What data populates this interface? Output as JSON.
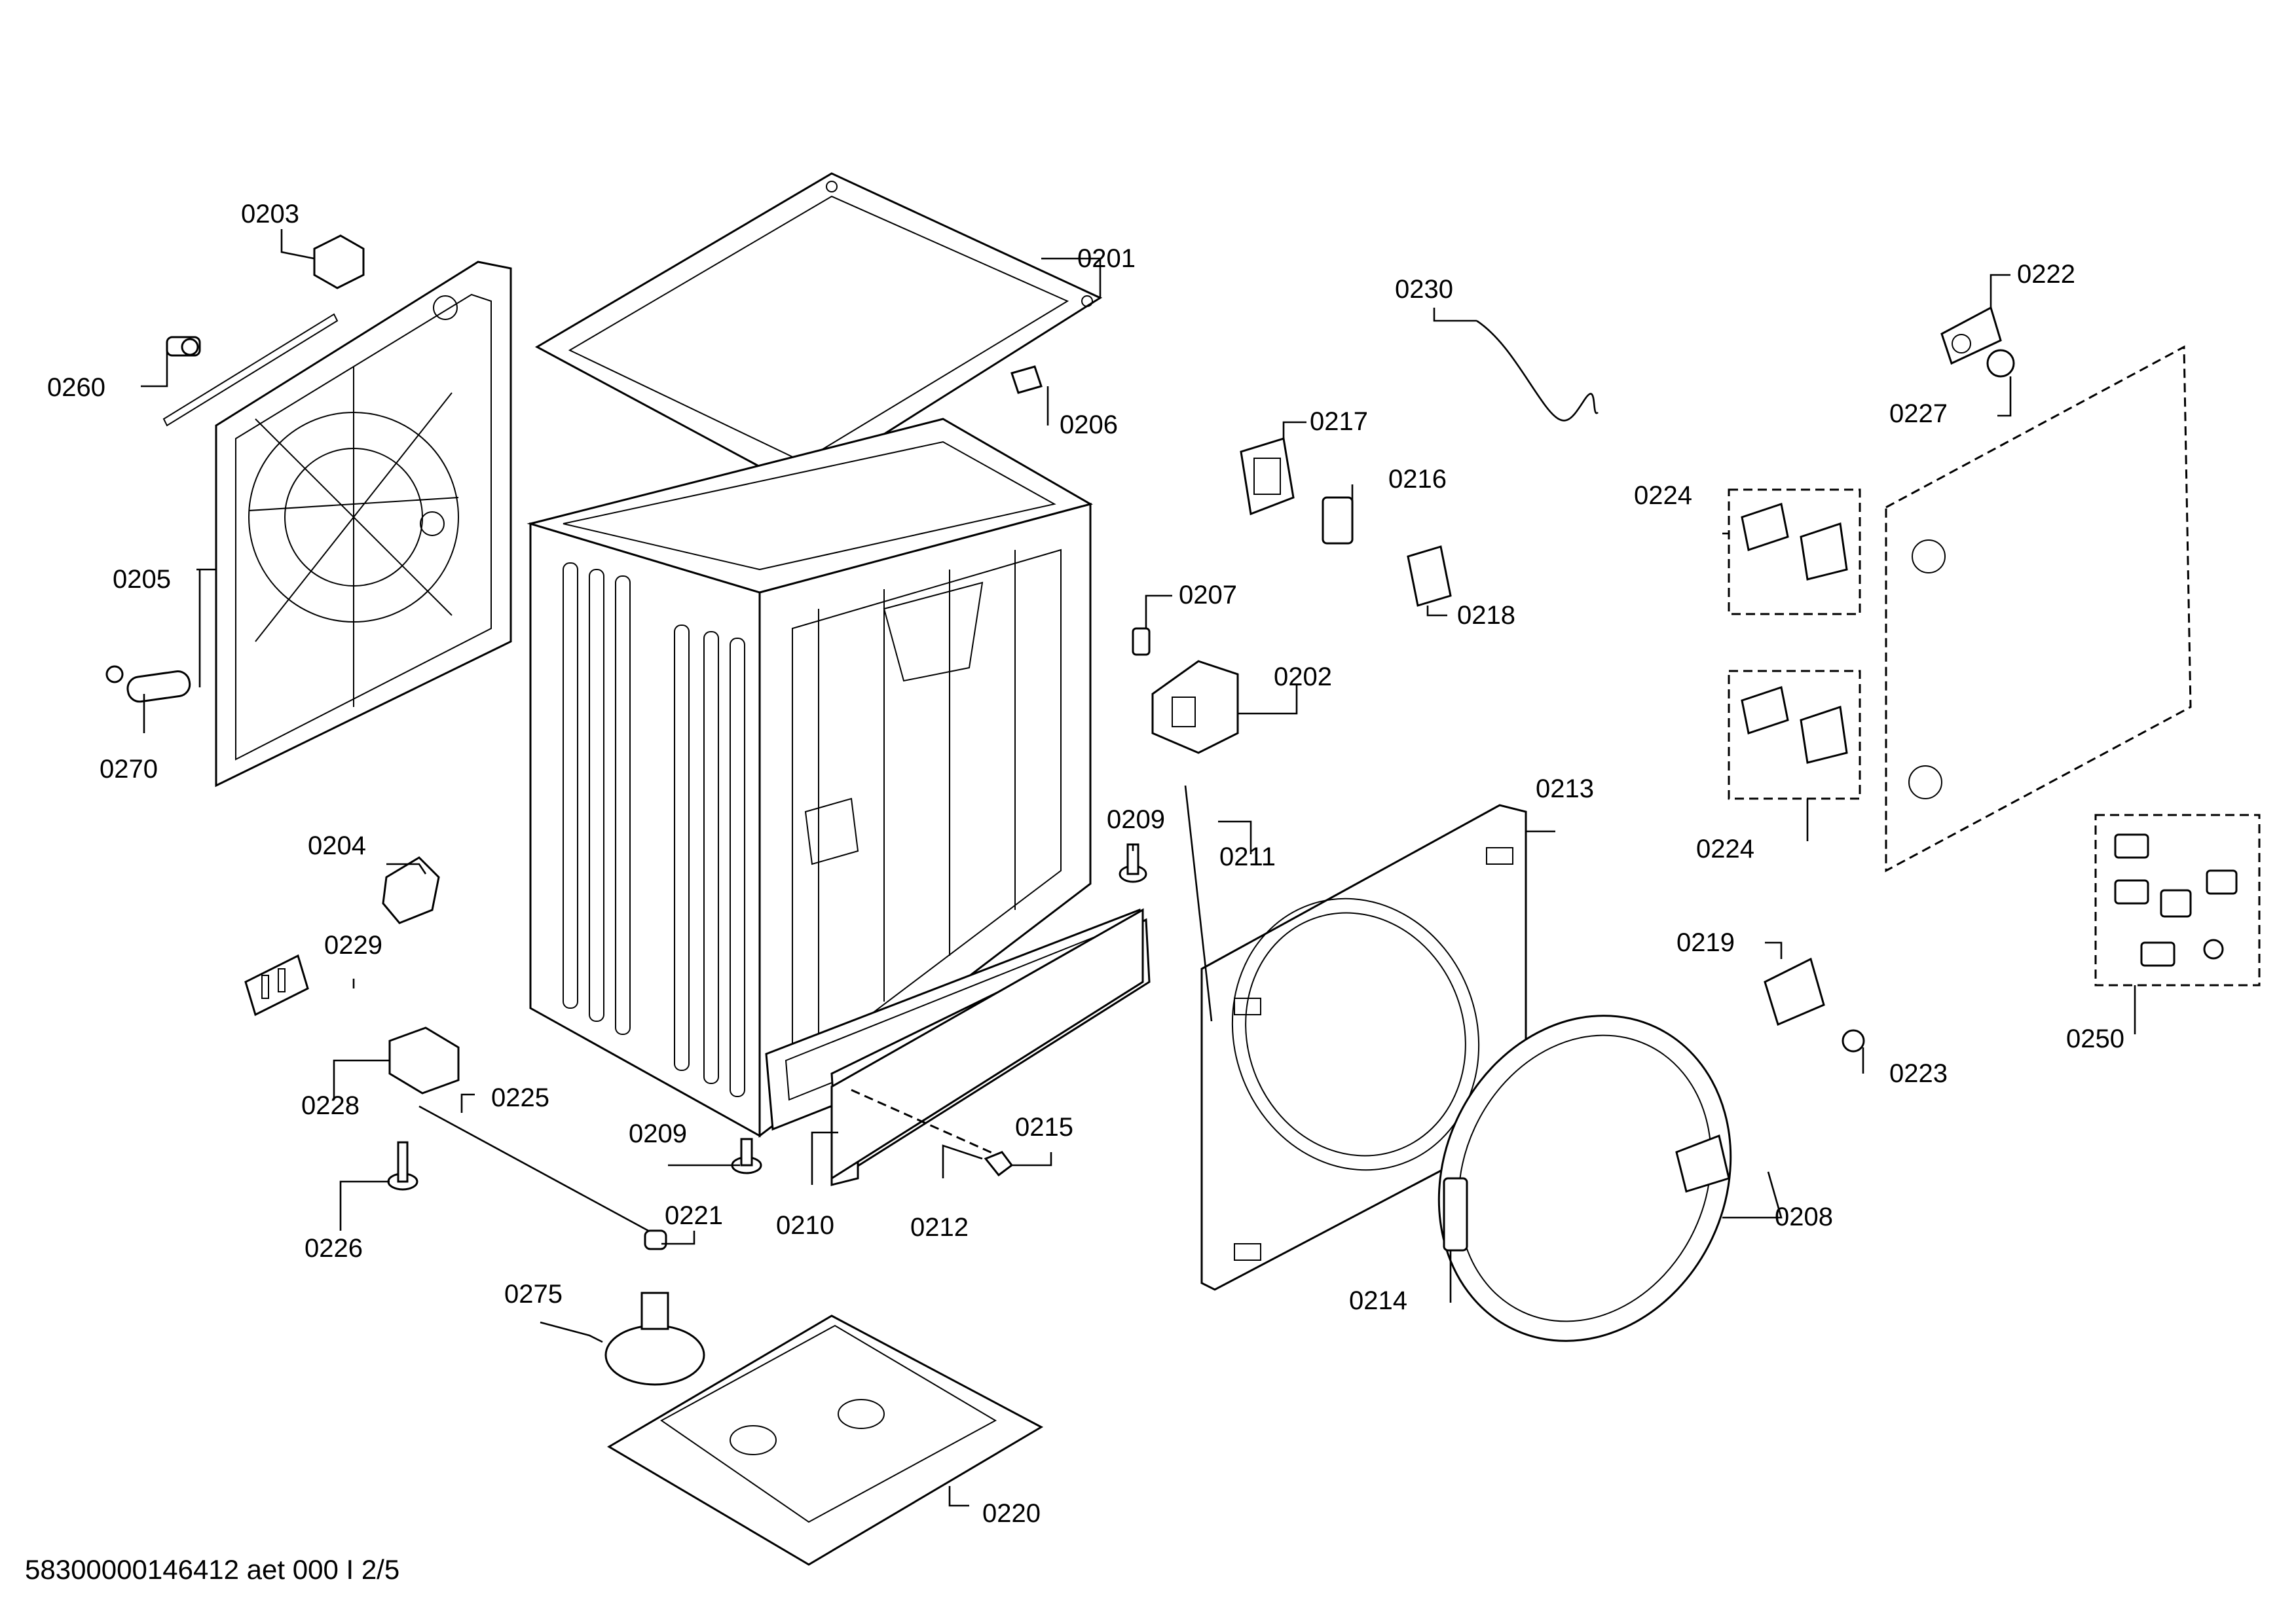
{
  "footer": {
    "document_id": "58300000146412 aet 000 I 2/5"
  },
  "labels": {
    "p0201": "0201",
    "p0202": "0202",
    "p0203": "0203",
    "p0204": "0204",
    "p0205": "0205",
    "p0206": "0206",
    "p0207": "0207",
    "p0208": "0208",
    "p0209a": "0209",
    "p0209b": "0209",
    "p0210": "0210",
    "p0211": "0211",
    "p0212": "0212",
    "p0213": "0213",
    "p0214": "0214",
    "p0215": "0215",
    "p0216": "0216",
    "p0217": "0217",
    "p0218": "0218",
    "p0219": "0219",
    "p0220": "0220",
    "p0221": "0221",
    "p0222": "0222",
    "p0223": "0223",
    "p0224a": "0224",
    "p0224b": "0224",
    "p0225": "0225",
    "p0226": "0226",
    "p0227": "0227",
    "p0228": "0228",
    "p0229": "0229",
    "p0230": "0230",
    "p0250": "0250",
    "p0260": "0260",
    "p0270": "0270",
    "p0275": "0275"
  }
}
